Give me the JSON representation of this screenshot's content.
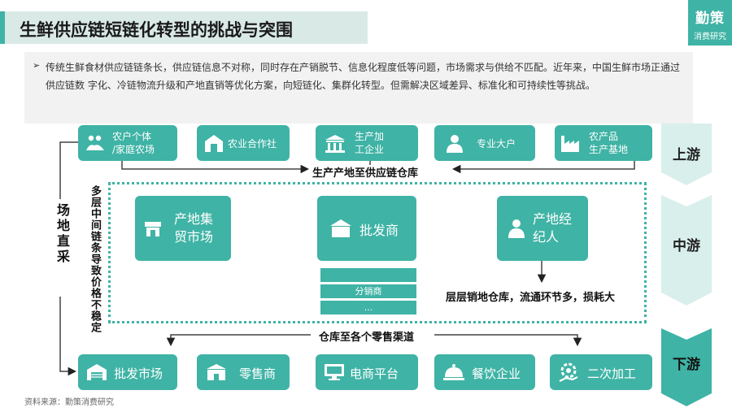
{
  "title": "生鲜供应链短链化转型的挑战与突围",
  "brand": {
    "main": "勤策",
    "sub": "消费研究"
  },
  "intro": {
    "bullet": "➢",
    "text": "传统生鲜食材供应链链条长，供应链信息不对称，同时存在产销脱节、信息化程度低等问题，市场需求与供给不匹配。近年来，中国生鲜市场正通过供应链数 字化、冷链物流升级和产地直销等优化方案，向短链化、集群化转型。但需解决区域差异、标准化和可持续性等挑战。"
  },
  "upstream": [
    {
      "label": "农户个体\n/家庭农场",
      "icon": "farmer-hands-icon"
    },
    {
      "label": "农业合作社",
      "icon": "barn-icon"
    },
    {
      "label": "生产加\n工企业",
      "icon": "factory-building-icon"
    },
    {
      "label": "专业大户",
      "icon": "person-icon"
    },
    {
      "label": "农产品\n生产基地",
      "icon": "industrial-plant-icon"
    }
  ],
  "midstream": [
    {
      "label": "产地集\n贸市场",
      "icon": "market-stall-icon"
    },
    {
      "label": "批发商",
      "icon": "shop-icon"
    },
    {
      "label": "产地经\n纪人",
      "icon": "agent-person-icon"
    }
  ],
  "distribution": [
    "",
    "分销商",
    "..."
  ],
  "downstream": [
    {
      "label": "批发市场",
      "icon": "warehouse-icon"
    },
    {
      "label": "零售商",
      "icon": "store-icon"
    },
    {
      "label": "电商平台",
      "icon": "monitor-icon"
    },
    {
      "label": "餐饮企业",
      "icon": "cloche-icon"
    },
    {
      "label": "二次加工",
      "icon": "gear-hand-icon"
    }
  ],
  "flow_labels": {
    "to_warehouse": "生产产地至供应链仓库",
    "to_retail": "仓库至各个零售渠道",
    "layered": "层层销地仓库，流通环节多，损耗大",
    "multilayer": "多层中间链条导致价格不稳定",
    "direct": "场地直采"
  },
  "stages": [
    "上游",
    "中游",
    "下游"
  ],
  "source": "资料来源：勤策消费研究",
  "colors": {
    "accent": "#3fb3a5",
    "stage_bg": "#d9efec",
    "title_bg": "#d9e9e6"
  }
}
